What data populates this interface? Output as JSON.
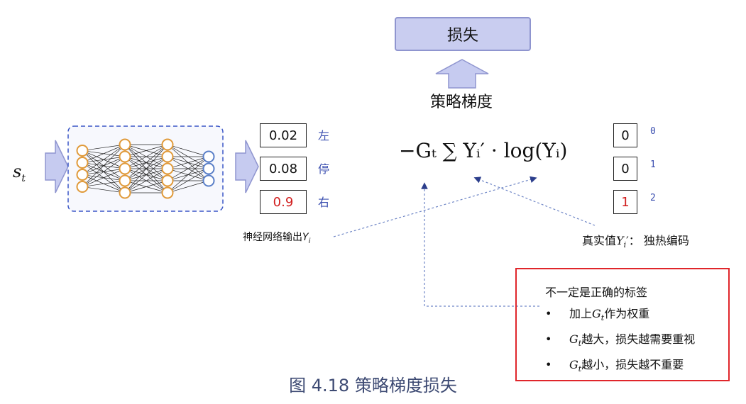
{
  "loss": {
    "label": "损失"
  },
  "policy_gradient": {
    "label": "策略梯度"
  },
  "state": {
    "symbol": "s",
    "subscript": "t"
  },
  "nn_output": {
    "values": [
      "0.02",
      "0.08",
      "0.9"
    ],
    "actions": [
      "左",
      "停",
      "右"
    ],
    "label": "神经网络输出",
    "label_symbol": "Y",
    "label_sub": "i"
  },
  "formula": {
    "text": "−Gₜ ∑ Yᵢ′ · log(Yᵢ)"
  },
  "one_hot": {
    "values": [
      "0",
      "0",
      "1"
    ],
    "indices": [
      "0",
      "1",
      "2"
    ],
    "label": "真实值",
    "label_symbol": "Y",
    "label_sub": "i",
    "label_suffix": "′： 独热编码"
  },
  "notes": {
    "title": "不一定是正确的标签",
    "items": [
      {
        "pre": "加上",
        "sym": "G",
        "sub": "t",
        "post": "作为权重"
      },
      {
        "pre": "",
        "sym": "G",
        "sub": "t",
        "post": "越大，损失越需要重视"
      },
      {
        "pre": "",
        "sym": "G",
        "sub": "t",
        "post": "越小，损失越不重要"
      }
    ]
  },
  "caption": "图 4.18 策略梯度损失",
  "colors": {
    "red": "#e0262b",
    "box_fill": "#c9cdf0",
    "arrow_fill": "#c6cbf0",
    "node_orange": "#e09a3a",
    "node_blue": "#5a7fc8",
    "dashed": "#6f86c6"
  }
}
